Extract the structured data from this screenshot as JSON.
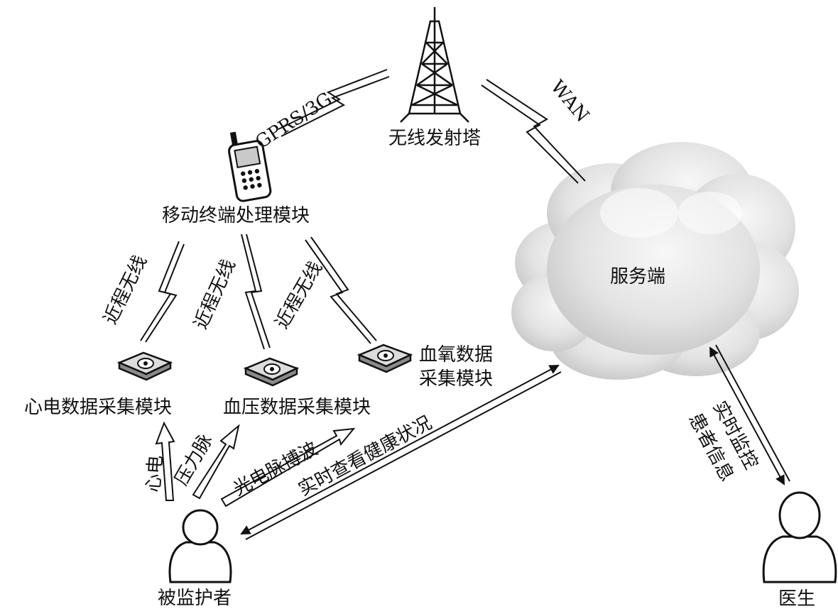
{
  "diagram": {
    "nodes": {
      "tower": {
        "label": "无线发射塔",
        "icon": "radio-tower-icon"
      },
      "mobile": {
        "label": "移动终端处理模块",
        "icon": "mobile-phone-icon"
      },
      "server": {
        "label": "服务端",
        "icon": "cloud-icon"
      },
      "ecg_module": {
        "label": "心电数据采集模块",
        "icon": "sensor-icon"
      },
      "bp_module": {
        "label": "血压数据采集模块",
        "icon": "sensor-icon"
      },
      "spo2_module": {
        "label_line1": "血氧数据",
        "label_line2": "采集模块",
        "icon": "sensor-icon"
      },
      "patient": {
        "label": "被监护者",
        "icon": "person-icon"
      },
      "doctor": {
        "label": "医生",
        "icon": "person-icon"
      }
    },
    "links": {
      "mobile_tower": "GPRS/3G",
      "tower_server": "WAN",
      "short_range_1": "近程无线",
      "short_range_2": "近程无线",
      "short_range_3": "近程无线",
      "signal_ecg": "心电",
      "signal_pressure": "压力脉",
      "signal_ppg": "光电脉搏波",
      "patient_server": "实时查看健康状况",
      "doctor_server_line1": "实时监控",
      "doctor_server_line2": "患者信息"
    },
    "colors": {
      "ink": "#111111",
      "cloud_light": "#f2f2f2",
      "cloud_dark": "#c8c8c8"
    }
  }
}
